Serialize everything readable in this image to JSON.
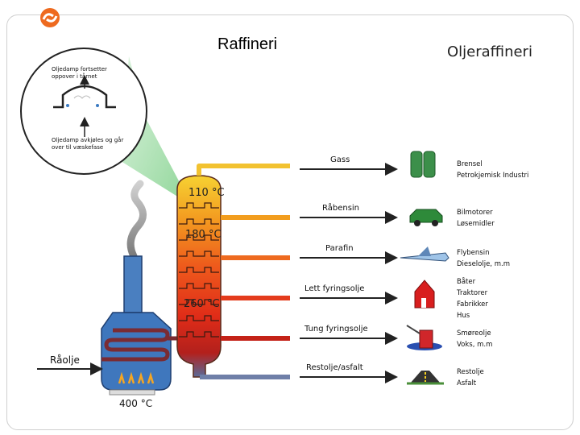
{
  "slide": {
    "title": "Raffineri"
  },
  "diagram": {
    "title": "Oljeraffineri",
    "crude_label": "Råolje",
    "furnace_temp": "400 °C",
    "tower_temps": [
      "110 °C",
      "180 °C",
      "260 °C"
    ],
    "inset": {
      "top_text": "Oljedamp fortsetter oppover i tårnet",
      "bottom_text": "Oljedamp avkjøles og går over til væskefase"
    },
    "products": [
      {
        "label": "Gass",
        "uses": [
          "Brensel",
          "Petrokjemisk Industri"
        ],
        "icon": "gas-cylinders-icon",
        "color": "#f2c230"
      },
      {
        "label": "Råbensin",
        "uses": [
          "Bilmotorer",
          "Løsemidler"
        ],
        "icon": "car-icon",
        "color": "#f29d1e"
      },
      {
        "label": "Parafin",
        "uses": [
          "Flybensin",
          "Dieselolje, m.m"
        ],
        "icon": "airplane-icon",
        "color": "#ee6a1f"
      },
      {
        "label": "Lett fyringsolje",
        "uses": [
          "Båter",
          "Traktorer",
          "Fabrikker",
          "Hus"
        ],
        "icon": "house-icon",
        "color": "#e43b1c"
      },
      {
        "label": "Tung fyringsolje",
        "uses": [
          "Smøreolje",
          "Voks, m.m"
        ],
        "icon": "oil-can-icon",
        "color": "#c42218"
      },
      {
        "label": "Restolje/asfalt",
        "uses": [
          "Restolje",
          "Asfalt"
        ],
        "icon": "road-icon",
        "color": "#6f7fa8"
      }
    ],
    "logo": "refresh-logo-icon"
  }
}
